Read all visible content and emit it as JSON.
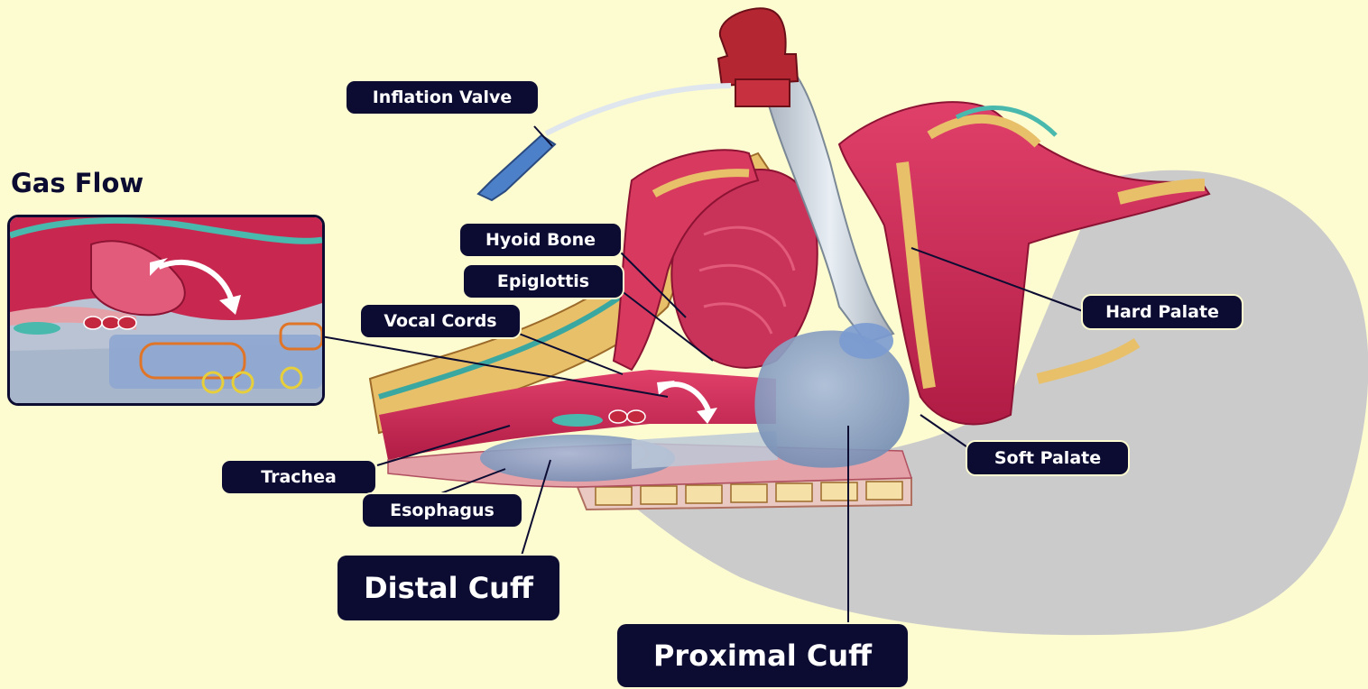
{
  "heading": "Gas Flow",
  "labels": {
    "inflation_valve": "Inflation Valve",
    "hyoid_bone": "Hyoid Bone",
    "epiglottis": "Epiglottis",
    "vocal_cords": "Vocal Cords",
    "hard_palate": "Hard Palate",
    "soft_palate": "Soft Palate",
    "trachea": "Trachea",
    "esophagus": "Esophagus",
    "distal_cuff": "Distal Cuff",
    "proximal_cuff": "Proximal Cuff"
  },
  "colors": {
    "background": "#fdfbd0",
    "label_bg": "#0c0c33",
    "label_text": "#ffffff",
    "tissue": "#d42a55",
    "cuff": "#8fa3c6",
    "head_silhouette": "#cbcbcb"
  }
}
